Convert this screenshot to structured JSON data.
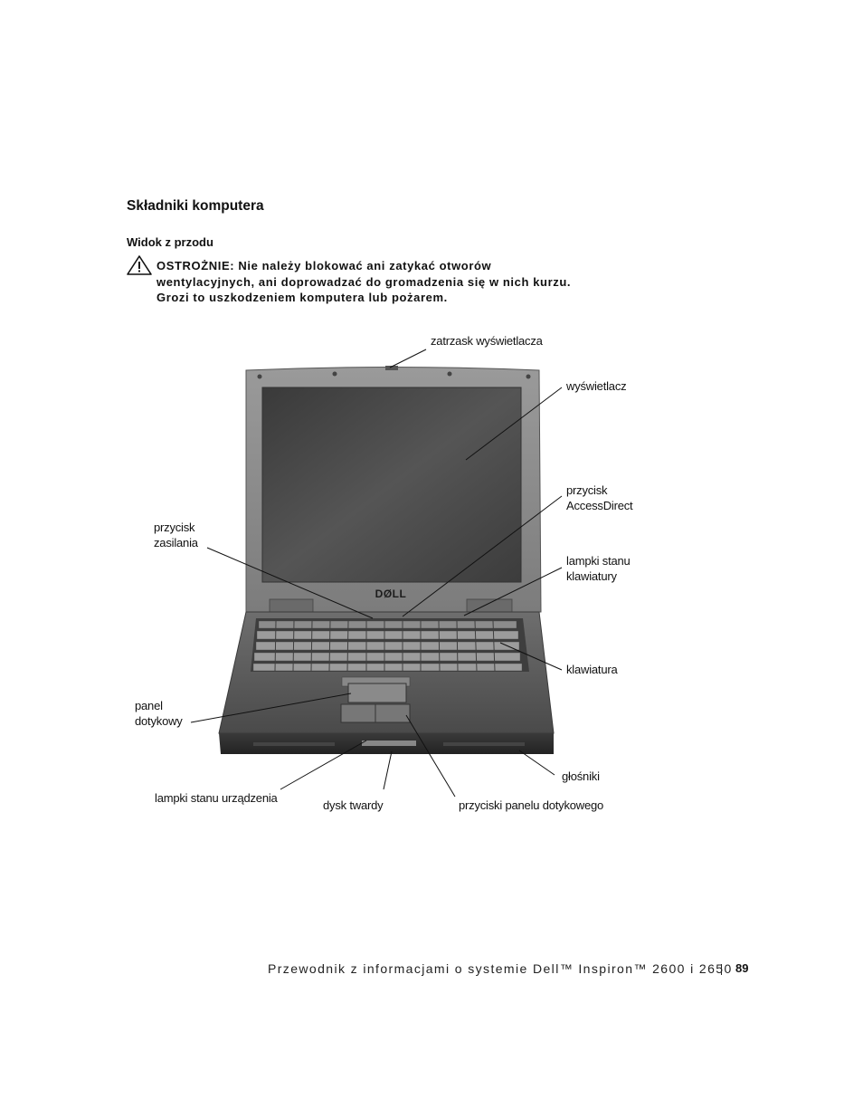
{
  "section_title": "Składniki komputera",
  "subsection_title": "Widok z przodu",
  "caution": {
    "label": "OSTROŻNIE:",
    "text": "Nie należy blokować ani zatykać otworów wentylacyjnych, ani doprowadzać do gromadzenia się w nich kurzu. Grozi to uszkodzeniem komputera lub pożarem."
  },
  "figure": {
    "brand": "DØLL",
    "callouts": {
      "display_latch": "zatrzask wyświetlacza",
      "display": "wyświetlacz",
      "accessdirect_1": "przycisk",
      "accessdirect_2": "AccessDirect",
      "power_1": "przycisk",
      "power_2": "zasilania",
      "kbd_lights_1": "lampki stanu",
      "kbd_lights_2": "klawiatury",
      "keyboard": "klawiatura",
      "touchpad_1": "panel",
      "touchpad_2": "dotykowy",
      "speakers": "głośniki",
      "device_lights": "lampki stanu urządzenia",
      "hard_drive": "dysk twardy",
      "touchpad_buttons": "przyciski panelu dotykowego"
    }
  },
  "footer": {
    "text": "Przewodnik z informacjami o systemie Dell™ Inspiron™ 2600 i 2650",
    "page_number": "89"
  }
}
